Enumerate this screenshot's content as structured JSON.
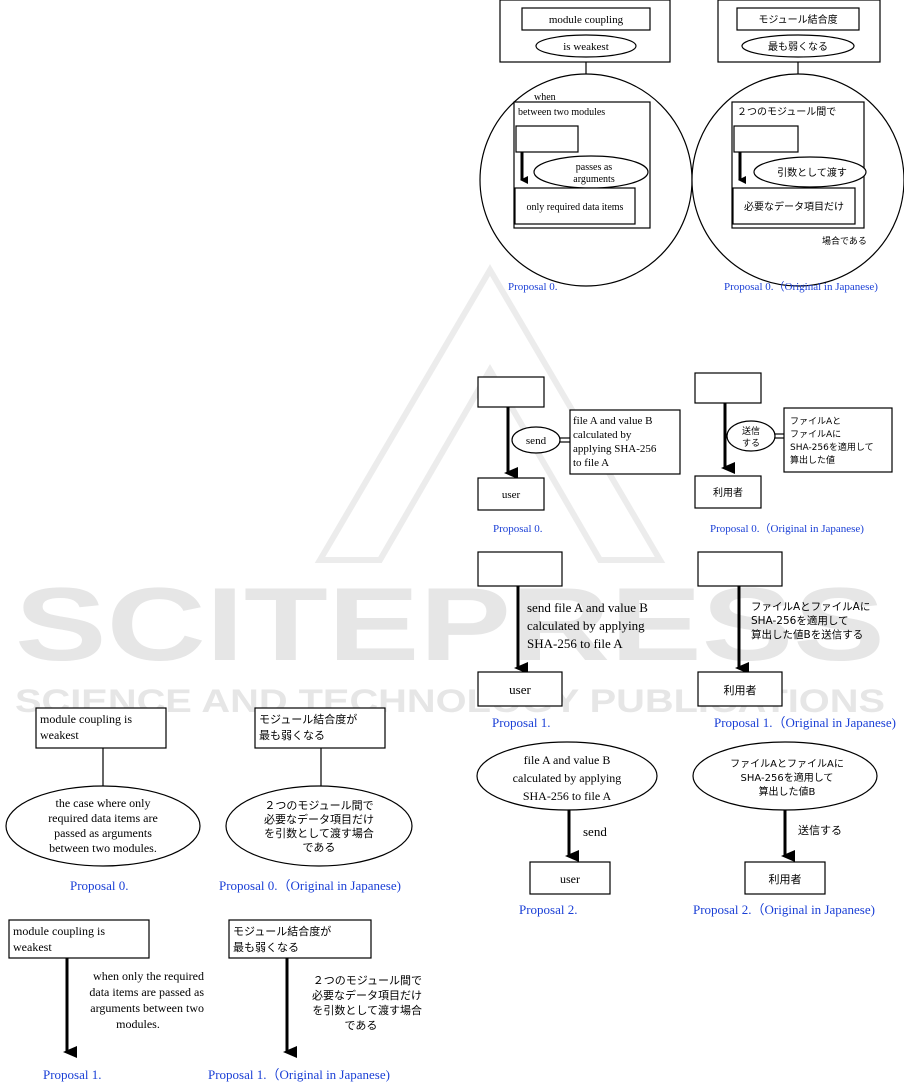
{
  "watermark": {
    "big": "SCITEPRESS",
    "small": "SCIENCE AND TECHNOLOGY PUBLICATIONS"
  },
  "top": {
    "en": {
      "subject": "module coupling",
      "predicate": "is weakest",
      "when": "when",
      "between": "between two modules",
      "verb": [
        "passes as",
        "arguments"
      ],
      "object": "only required data items",
      "caption": "Proposal 0."
    },
    "ja": {
      "subject": "モジュール結合度",
      "predicate": "最も弱くなる",
      "between": "２つのモジュール間で",
      "verb": "引数として渡す",
      "object": "必要なデータ項目だけ",
      "tail": "場合である",
      "caption": "Proposal 0.（Original in Japanese)"
    }
  },
  "send": {
    "p0_en": {
      "verb": "send",
      "object": [
        "file A and value B",
        "calculated by",
        "applying SHA-256",
        "to file A"
      ],
      "target": "user",
      "caption": "Proposal 0."
    },
    "p0_ja": {
      "verb": [
        "送信",
        "する"
      ],
      "object": [
        "ファイルAと",
        "ファイルAに",
        "SHA-256を適用して",
        "算出した値"
      ],
      "target": "利用者",
      "caption": "Proposal 0.（Original in Japanese)"
    },
    "p1_en": {
      "text": [
        "send file A and value B",
        "calculated by applying",
        "SHA-256 to file A"
      ],
      "target": "user",
      "caption": "Proposal 1."
    },
    "p1_ja": {
      "text": [
        "ファイルAとファイルAに",
        "SHA-256を適用して",
        "算出した値Bを送信する"
      ],
      "target": "利用者",
      "caption": "Proposal 1.（Original in Japanese)"
    },
    "p2_en": {
      "object": [
        "file A and value B",
        "calculated by applying",
        "SHA-256 to file A"
      ],
      "verb": "send",
      "target": "user",
      "caption": "Proposal 2."
    },
    "p2_ja": {
      "object": [
        "ファイルAとファイルAに",
        "SHA-256を適用して",
        "算出した値B"
      ],
      "verb": "送信する",
      "target": "利用者",
      "caption": "Proposal 2.（Original in Japanese)"
    }
  },
  "coupling": {
    "p0_en": {
      "head": [
        "module coupling is",
        "weakest"
      ],
      "body": [
        "the case where only",
        "required data items are",
        "passed as arguments",
        "between two modules."
      ],
      "caption": "Proposal 0."
    },
    "p0_ja": {
      "head": [
        "モジュール結合度が",
        "最も弱くなる"
      ],
      "body": [
        "２つのモジュール間で",
        "必要なデータ項目だけ",
        "を引数として渡す場合",
        "である"
      ],
      "caption": "Proposal 0.（Original in Japanese)"
    },
    "p1_en": {
      "head": [
        "module coupling is",
        "weakest"
      ],
      "body": [
        "when only the required",
        "data items are passed as",
        "arguments between two",
        "modules."
      ],
      "caption": "Proposal 1."
    },
    "p1_ja": {
      "head": [
        "モジュール結合度が",
        "最も弱くなる"
      ],
      "body": [
        "２つのモジュール間で",
        "必要なデータ項目だけ",
        "を引数として渡す場合",
        "である"
      ],
      "caption": "Proposal 1.（Original in Japanese)"
    }
  }
}
